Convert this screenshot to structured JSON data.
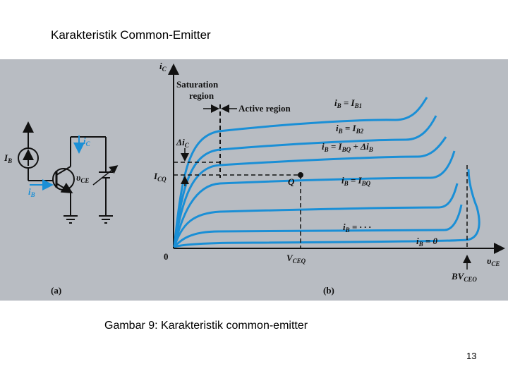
{
  "slide": {
    "title": "Karakteristik Common-Emitter",
    "caption": "Gambar 9: Karakteristik common-emitter",
    "page_number": "13"
  },
  "figure": {
    "panel_a": {
      "label": "(a)",
      "source_label": "I",
      "source_sub": "B",
      "ic_label": "i",
      "ic_sub": "C",
      "ib_label": "i",
      "ib_sub": "B",
      "vce_label": "υ",
      "vce_sub": "CE"
    },
    "panel_b": {
      "label": "(b)",
      "y_axis": "i",
      "y_axis_sub": "C",
      "x_axis": "υ",
      "x_axis_sub": "CE",
      "origin": "0",
      "saturation_line1": "Saturation",
      "saturation_line2": "region",
      "active_region": "Active region",
      "delta_ic": "Δi",
      "delta_ic_sub": "C",
      "icq": "I",
      "icq_sub": "CQ",
      "q_point": "Q",
      "vceq": "V",
      "vceq_sub": "CEQ",
      "bvceo": "BV",
      "bvceo_sub": "CEO",
      "curves": [
        {
          "text": "i",
          "sub": "B",
          "rest": " = I",
          "sub2": "B1",
          "tail": ""
        },
        {
          "text": "i",
          "sub": "B",
          "rest": " = I",
          "sub2": "B2",
          "tail": ""
        },
        {
          "text": "i",
          "sub": "B",
          "rest": " = I",
          "sub2": "BQ",
          "tail": " + Δi",
          "sub3": "B"
        },
        {
          "text": "i",
          "sub": "B",
          "rest": " = I",
          "sub2": "BQ",
          "tail": ""
        },
        {
          "text": "i",
          "sub": "B",
          "rest": " = · · ·",
          "sub2": "",
          "tail": ""
        },
        {
          "text": "i",
          "sub": "B",
          "rest": " = 0",
          "sub2": "",
          "tail": ""
        }
      ]
    }
  }
}
